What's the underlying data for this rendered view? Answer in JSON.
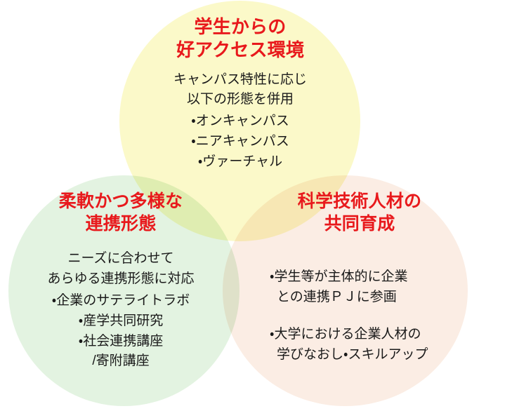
{
  "diagram": {
    "type": "venn",
    "circle_count": 3,
    "background_color": "#ffffff",
    "heading_color": "#e8191c",
    "body_text_color": "#1a1a1a",
    "circles": [
      {
        "id": "access",
        "position": "top",
        "fill_color": "#fbf9c9",
        "heading": "学生からの\n好アクセス環境",
        "lead_lines": [
          "キャンパス特性に応じ",
          "以下の形態を併用"
        ],
        "items": [
          "・オンキャンパス",
          "・ニアキャンパス",
          "・ヴァーチャル"
        ]
      },
      {
        "id": "collab",
        "position": "bottom-left",
        "fill_color": "#e3f3e1",
        "heading": "柔軟かつ多様な\n連携形態",
        "lead_lines": [
          "ニーズに合わせて",
          "あらゆる連携形態に対応"
        ],
        "items": [
          "・企業のサテライトラボ",
          "・産学共同研究",
          "・社会連携講座\n/寄附講座"
        ]
      },
      {
        "id": "talent",
        "position": "bottom-right",
        "fill_color": "#fbede4",
        "heading": "科学技術人材の\n共同育成",
        "lead_lines": [],
        "items": [
          "・学生等が主体的に企業\nとの連携ＰＪに参画",
          "・大学における企業人材の\n学びなおし・スキルアップ"
        ]
      }
    ]
  }
}
